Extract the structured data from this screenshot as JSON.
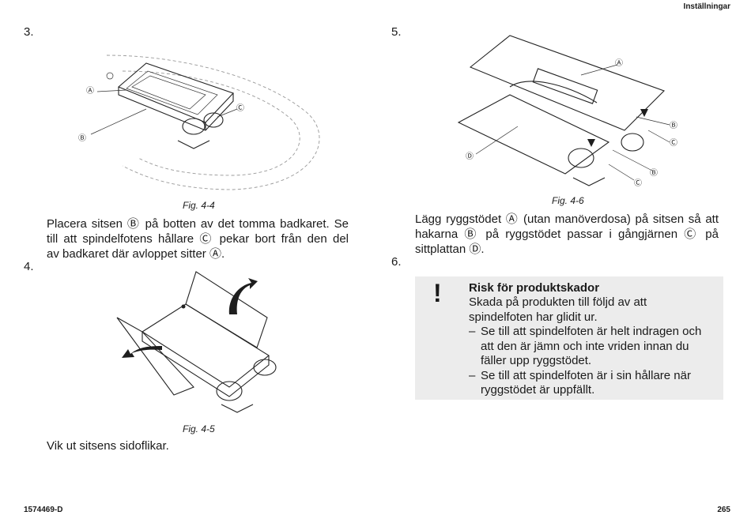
{
  "header": {
    "section": "Inställningar"
  },
  "left": {
    "step3": {
      "num": "3.",
      "caption": "Fig. 4-4",
      "lines": [
        "Placera sitsen Ⓑ på botten av det tomma badkaret. Se",
        "till att spindelfotens hållare Ⓒ pekar bort från den del",
        "av badkaret där avloppet sitter Ⓐ."
      ],
      "labels": [
        "Ⓐ",
        "Ⓑ",
        "Ⓒ"
      ]
    },
    "step4": {
      "num": "4.",
      "caption": "Fig. 4-5",
      "text": "Vik ut sitsens sidoflikar."
    }
  },
  "right": {
    "step5": {
      "num": "5.",
      "caption": "Fig. 4-6",
      "lines": [
        "Lägg ryggstödet Ⓐ (utan manöverdosa) på sitsen så att",
        "hakarna Ⓑ på ryggstödet passar i gångjärnen Ⓒ på",
        "sittplattan Ⓓ."
      ],
      "labels": [
        "Ⓐ",
        "Ⓑ",
        "Ⓒ",
        "Ⓑ",
        "Ⓒ",
        "Ⓓ"
      ]
    },
    "step6": {
      "num": "6."
    },
    "notice": {
      "icon": "exclamation-icon",
      "title": "Risk för produktskador",
      "body": [
        "Skada på produkten till följd av att",
        "spindelfoten har glidit ur."
      ],
      "bullets": [
        {
          "dash": "–",
          "lines": [
            "Se till att spindelfoten är helt indragen och",
            "att den är jämn och inte vriden innan du",
            "fäller upp ryggstödet."
          ]
        },
        {
          "dash": "–",
          "lines": [
            "Se till att spindelfoten är i sin hållare när",
            "ryggstödet är uppfällt."
          ]
        }
      ]
    }
  },
  "footer": {
    "doc_number": "1574469-D",
    "page_number": "265"
  }
}
